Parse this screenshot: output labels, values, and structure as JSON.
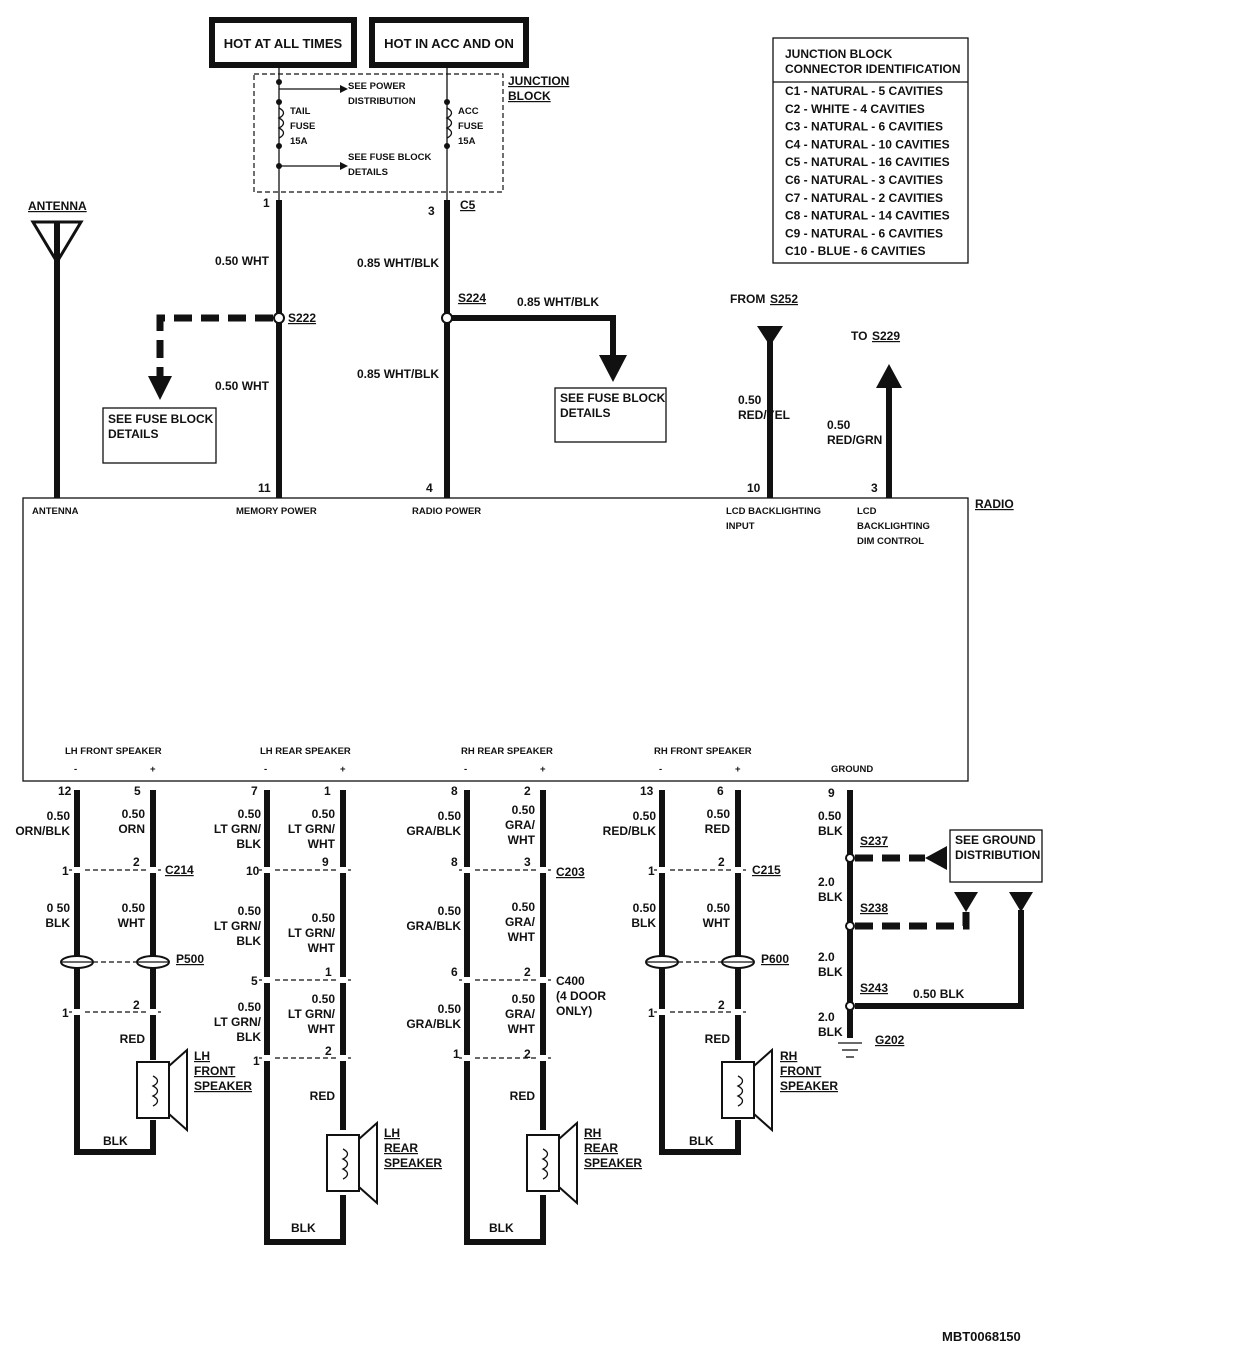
{
  "power": {
    "hot_at_all_times": "HOT AT ALL TIMES",
    "hot_in_acc_and_on": "HOT IN ACC AND ON",
    "junction_block": "JUNCTION\nBLOCK",
    "see_power_distribution": "SEE POWER\nDISTRIBUTION",
    "see_fuse_block_details_inline": "SEE FUSE BLOCK\nDETAILS",
    "tail_fuse": "TAIL\nFUSE\n15A",
    "acc_fuse": "ACC\nFUSE\n15A"
  },
  "connector_table": {
    "header": "JUNCTION BLOCK\nCONNECTOR IDENTIFICATION",
    "rows": [
      "C1 - NATURAL - 5 CAVITIES",
      "C2 - WHITE - 4 CAVITIES",
      "C3 - NATURAL - 6 CAVITIES",
      "C4 - NATURAL - 10 CAVITIES",
      "C5 - NATURAL - 16 CAVITIES",
      "C6 - NATURAL - 3 CAVITIES",
      "C7 - NATURAL - 2 CAVITIES",
      "C8 - NATURAL - 14 CAVITIES",
      "C9 - NATURAL - 6 CAVITIES",
      "C10 - BLUE - 6 CAVITIES"
    ]
  },
  "top_wires": {
    "antenna": "ANTENNA",
    "pin1": "1",
    "pin3": "3",
    "c5": "C5",
    "wht_upper": "0.50 WHT",
    "wht_lower": "0.50 WHT",
    "whtblk_upper": "0.85 WHT/BLK",
    "whtblk_lower": "0.85 WHT/BLK",
    "whtblk_branch": "0.85 WHT/BLK",
    "s222": "S222",
    "s224": "S224",
    "see_fuse_left": "SEE FUSE BLOCK\nDETAILS",
    "see_fuse_mid": "SEE FUSE BLOCK\nDETAILS",
    "from": "FROM",
    "s252": "S252",
    "to": "TO",
    "s229": "S229",
    "redyel": "0.50\nRED/YEL",
    "redgrn": "0.50\nRED/GRN",
    "pin11": "11",
    "pin4": "4",
    "pin10": "10",
    "pin3b": "3"
  },
  "radio": {
    "name": "RADIO",
    "antenna": "ANTENNA",
    "memory_power": "MEMORY POWER",
    "radio_power": "RADIO POWER",
    "lcd_input": "LCD BACKLIGHTING\nINPUT",
    "lcd_dim": "LCD\nBACKLIGHTING\nDIM CONTROL",
    "lh_front": "LH FRONT SPEAKER",
    "lh_rear": "LH REAR SPEAKER",
    "rh_rear": "RH REAR SPEAKER",
    "rh_front": "RH FRONT SPEAKER",
    "ground": "GROUND",
    "minus": "-",
    "plus": "+"
  },
  "lh_front": {
    "pin_a": "12",
    "pin_b": "5",
    "wire_a": "0.50\nORN/BLK",
    "wire_b": "0.50\nORN",
    "c214": "C214",
    "c1a": "1",
    "c1b": "2",
    "wire_c": "0 50\nBLK",
    "wire_d": "0.50\nWHT",
    "p500": "P500",
    "c2a": "1",
    "c2b": "2",
    "red": "RED",
    "blk": "BLK",
    "speaker": "LH\nFRONT\nSPEAKER"
  },
  "lh_rear": {
    "pin_a": "7",
    "pin_b": "1",
    "wire_a": "0.50\nLT GRN/\nBLK",
    "wire_b": "0.50\nLT GRN/\nWHT",
    "c203a": "10",
    "c203b": "9",
    "wire_c": "0.50\nLT GRN/\nBLK",
    "wire_d": "0.50\nLT GRN/\nWHT",
    "c400a": "5",
    "c400b": "1",
    "wire_e": "0.50\nLT GRN/\nBLK",
    "wire_f": "0.50\nLT GRN/\nWHT",
    "c3a": "1",
    "c3b": "2",
    "red": "RED",
    "blk": "BLK",
    "speaker": "LH\nREAR\nSPEAKER"
  },
  "rh_rear": {
    "pin_a": "8",
    "pin_b": "2",
    "wire_a": "0.50\nGRA/BLK",
    "wire_b": "0.50\nGRA/\nWHT",
    "c203a": "8",
    "c203b": "3",
    "c203": "C203",
    "wire_c": "0.50\nGRA/BLK",
    "wire_d": "0.50\nGRA/\nWHT",
    "c400a": "6",
    "c400b": "2",
    "c400": "C400\n(4 DOOR\nONLY)",
    "wire_e": "0.50\nGRA/BLK",
    "wire_f": "0.50\nGRA/\nWHT",
    "c3a": "1",
    "c3b": "2",
    "red": "RED",
    "blk": "BLK",
    "speaker": "RH\nREAR\nSPEAKER"
  },
  "rh_front": {
    "pin_a": "13",
    "pin_b": "6",
    "wire_a": "0.50\nRED/BLK",
    "wire_b": "0.50\nRED",
    "c215": "C215",
    "c1a": "1",
    "c1b": "2",
    "wire_c": "0.50\nBLK",
    "wire_d": "0.50\nWHT",
    "p600": "P600",
    "c2a": "1",
    "c2b": "2",
    "red": "RED",
    "blk": "BLK",
    "speaker": "RH\nFRONT\nSPEAKER"
  },
  "ground": {
    "pin": "9",
    "w1": "0.50\nBLK",
    "s237": "S237",
    "w2": "2.0\nBLK",
    "s238": "S238",
    "w3": "2.0\nBLK",
    "s243": "S243",
    "w4": "2.0\nBLK",
    "g202": "G202",
    "branch": "0.50 BLK",
    "see_ground": "SEE GROUND\nDISTRIBUTION"
  },
  "footer": {
    "code": "MBT0068150"
  }
}
